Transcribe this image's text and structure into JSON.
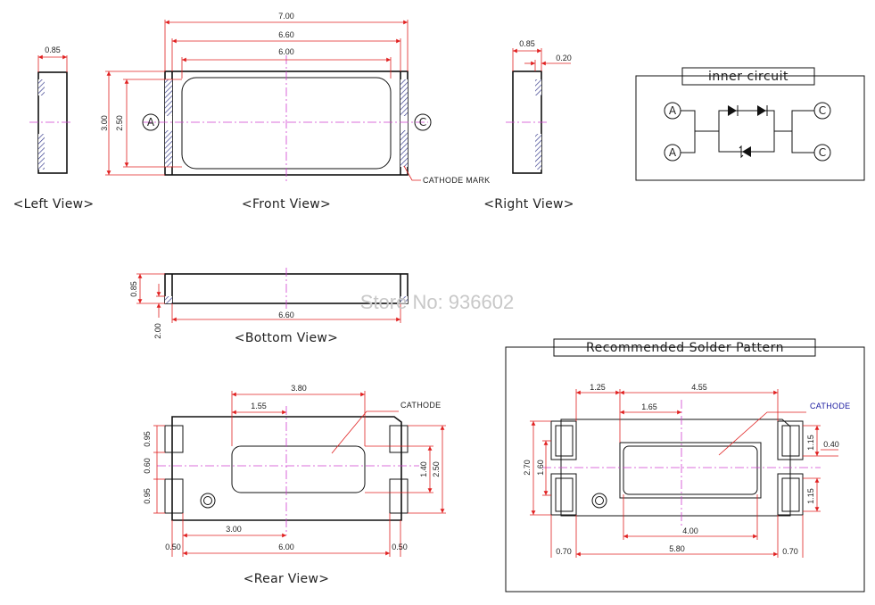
{
  "watermark": "Store No: 936602",
  "views": {
    "left": "<Left View>",
    "front": "<Front View>",
    "right": "<Right View>",
    "bottom": "<Bottom View>",
    "rear": "<Rear View>"
  },
  "labels": {
    "cathode_mark": "CATHODE MARK",
    "cathode": "CATHODE",
    "pin_anode": "A",
    "pin_cathode": "C"
  },
  "inner_circuit": {
    "title": "inner circuit"
  },
  "solder": {
    "title": "Recommended Solder Pattern"
  },
  "dims": {
    "left_w": "0.85",
    "front_w1": "7.00",
    "front_w2": "6.60",
    "front_w3": "6.00",
    "front_h1": "3.00",
    "front_h2": "2.50",
    "right_w": "0.85",
    "right_t": "0.20",
    "bottom_h": "0.85",
    "bottom_t": "2.00",
    "bottom_w": "6.60",
    "rear_a": "3.80",
    "rear_b": "1.55",
    "rear_c": "3.00",
    "rear_d": "6.00",
    "rear_e": "0.50",
    "rear_f": "0.50",
    "rear_g": "0.95",
    "rear_h": "0.60",
    "rear_i": "0.95",
    "rear_j": "1.40",
    "rear_k": "2.50",
    "sp_a": "1.25",
    "sp_b": "4.55",
    "sp_c": "1.65",
    "sp_d": "4.00",
    "sp_e": "0.70",
    "sp_f": "5.80",
    "sp_g": "0.70",
    "sp_h": "2.70",
    "sp_i": "1.60",
    "sp_j": "1.15",
    "sp_k": "0.40",
    "sp_l": "1.15"
  },
  "colors": {
    "dimension_line": "#e02020",
    "center_line": "#d040d0",
    "outline": "#111111",
    "pad_fill": "#f3ee6c",
    "hatch": "#3a3f8f",
    "cathode_label": "#1a1aa0"
  }
}
